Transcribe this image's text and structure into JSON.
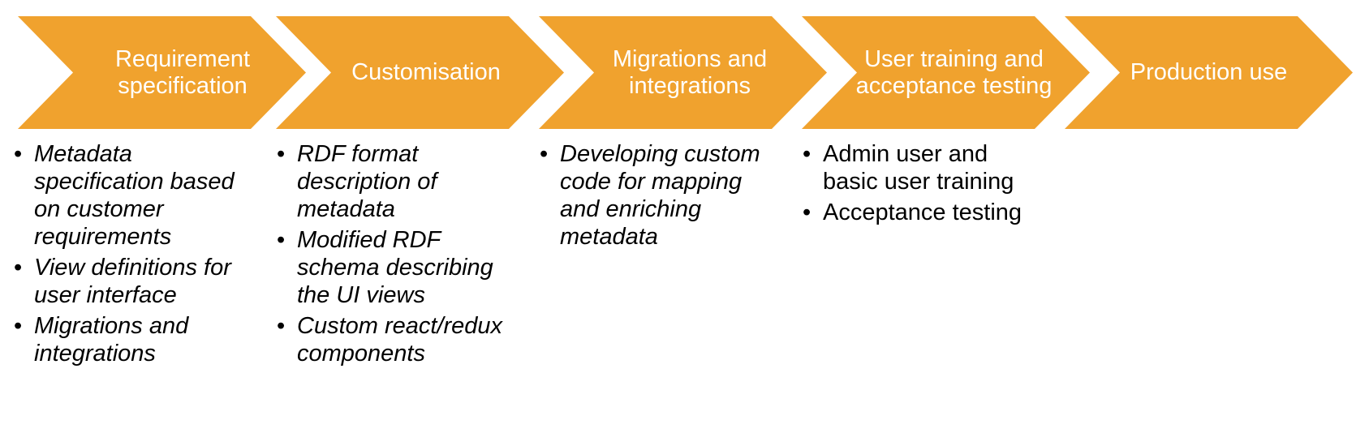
{
  "accent_color": "#f0a22e",
  "stages": [
    {
      "label": "Requirement specification",
      "italic": true,
      "items": [
        "Metadata specification based on customer requirements",
        "View definitions for user interface",
        "Migrations and integrations"
      ]
    },
    {
      "label": "Customisation",
      "italic": true,
      "items": [
        "RDF format description of metadata",
        "Modified RDF schema describing the UI views",
        "Custom react/redux components"
      ]
    },
    {
      "label": "Migrations and integrations",
      "italic": true,
      "items": [
        "Developing custom code for mapping and enriching metadata"
      ]
    },
    {
      "label": "User training and acceptance testing",
      "italic": false,
      "items": [
        "Admin user and basic user training",
        "Acceptance testing"
      ]
    },
    {
      "label": "Production use",
      "italic": false,
      "items": []
    }
  ]
}
